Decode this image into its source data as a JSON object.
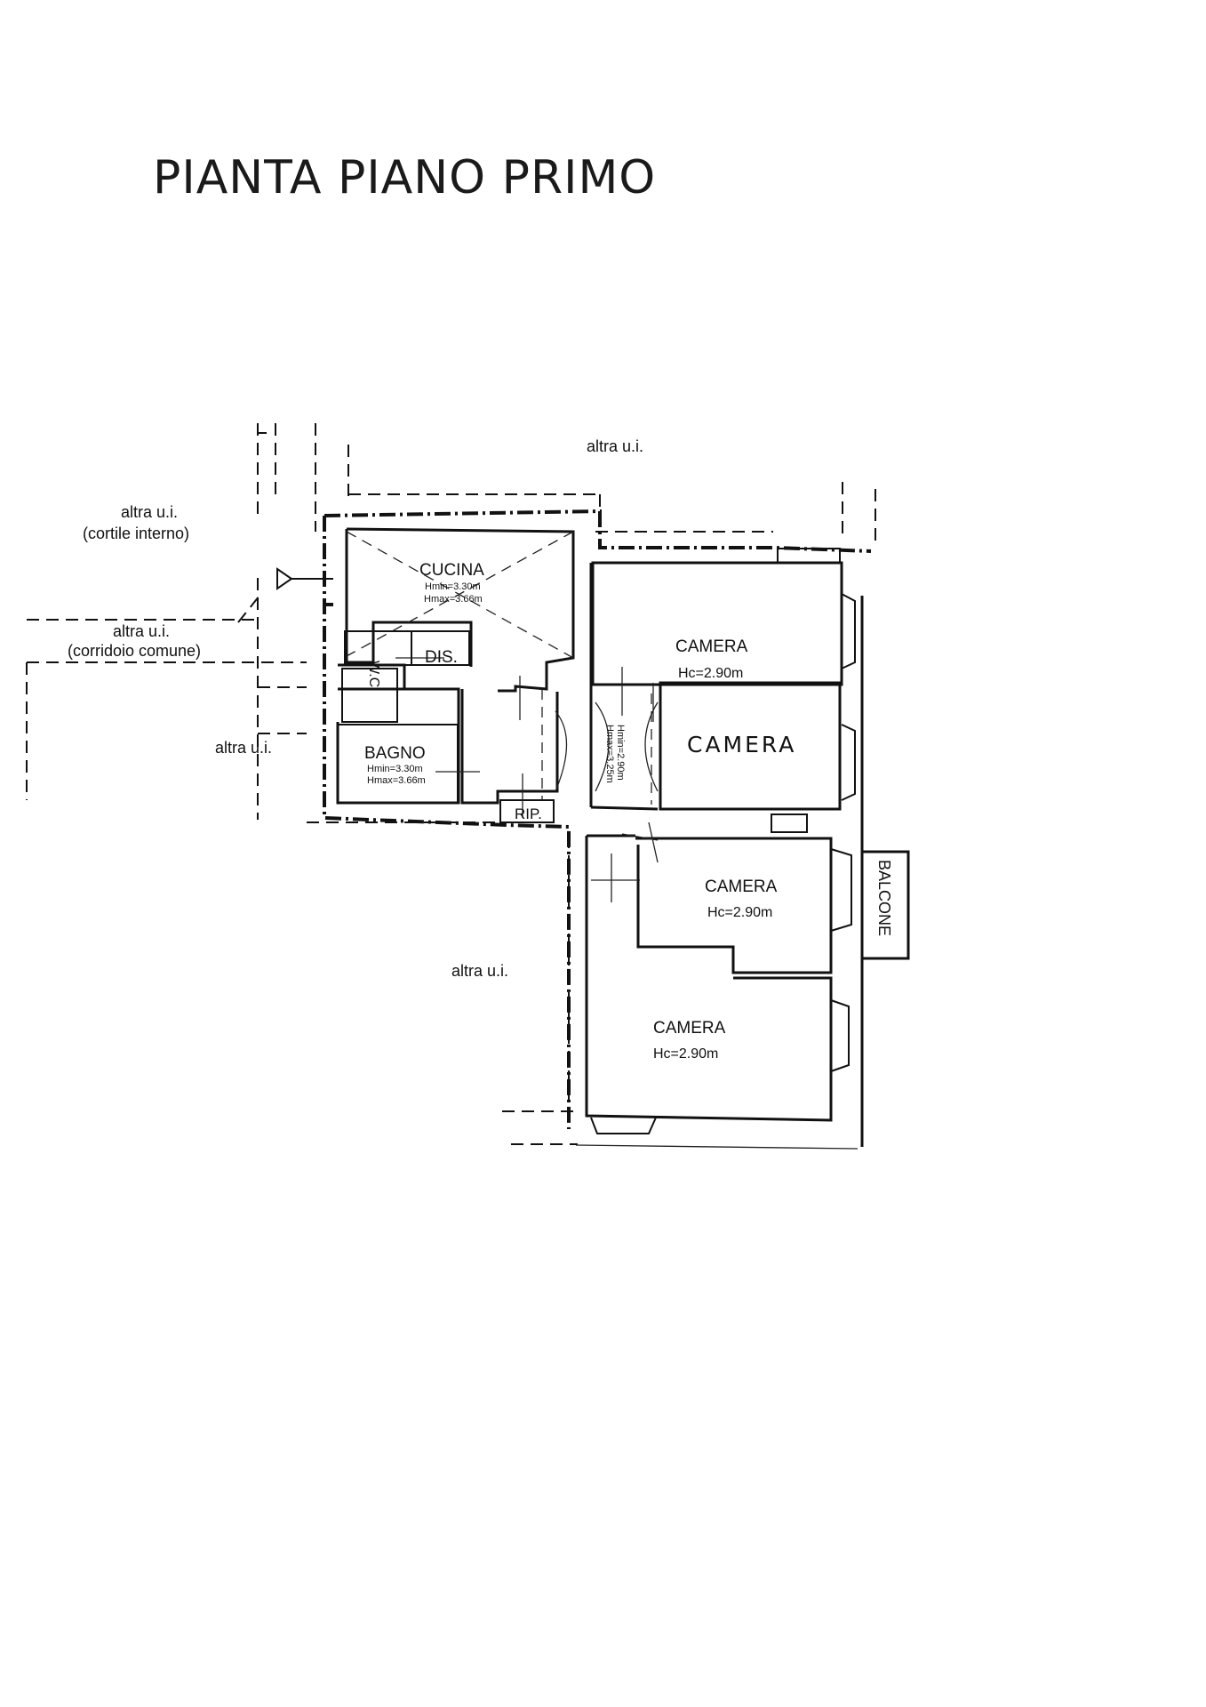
{
  "title": "PIANTA PIANO PRIMO",
  "labels": {
    "altra_top": "altra u.i.",
    "altra_cortile_1": "altra u.i.",
    "altra_cortile_2": "(cortile interno)",
    "altra_corridoio_1": "altra u.i.",
    "altra_corridoio_2": "(corridoio comune)",
    "altra_left": "altra u.i.",
    "altra_bottom": "altra u.i."
  },
  "rooms": {
    "cucina": {
      "name": "CUCINA",
      "h1": "Hmin=3.30m",
      "h2": "Hmax=3.66m"
    },
    "dis": {
      "name": "DIS."
    },
    "wc": {
      "name": "W.C."
    },
    "bagno": {
      "name": "BAGNO",
      "h1": "Hmin=3.30m",
      "h2": "Hmax=3.66m"
    },
    "rip": {
      "name": "RIP."
    },
    "corridor": {
      "h1": "Hmin=2.90m",
      "h2": "Hmax=3.25m"
    },
    "camera1": {
      "name": "CAMERA",
      "h": "Hc=2.90m"
    },
    "camera2": {
      "name": "CAMERA"
    },
    "camera3": {
      "name": "CAMERA",
      "h": "Hc=2.90m"
    },
    "camera4": {
      "name": "CAMERA",
      "h": "Hc=2.90m"
    },
    "balcone": {
      "name": "BALCONE"
    }
  }
}
